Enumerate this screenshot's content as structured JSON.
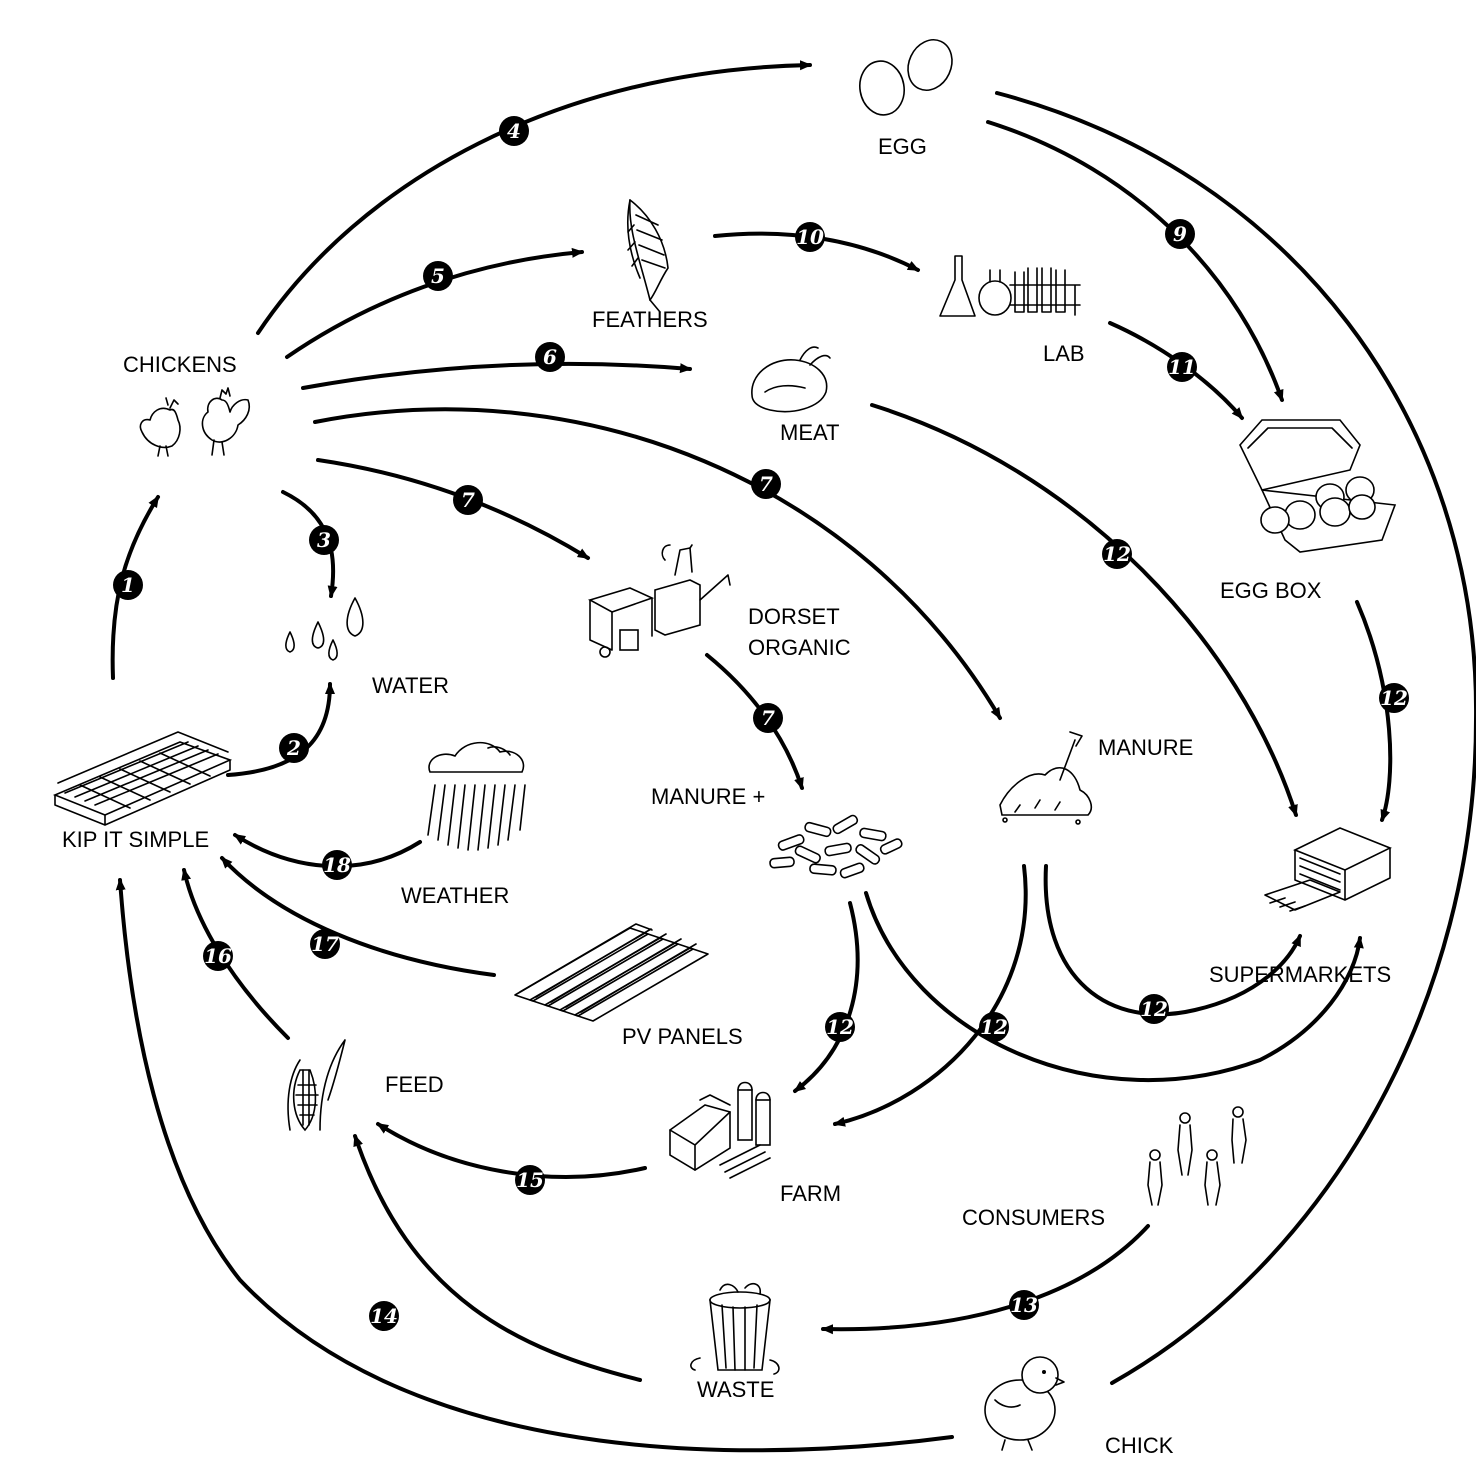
{
  "nodes": {
    "egg": "EGG",
    "feathers": "FEATHERS",
    "chickens": "CHICKENS",
    "lab": "LAB",
    "meat": "MEAT",
    "egg_box": "EGG BOX",
    "water": "WATER",
    "dorset_organic_line1": "DORSET",
    "dorset_organic_line2": "ORGANIC",
    "manure": "MANURE",
    "manure_plus": "MANURE +",
    "kip_it_simple": "KIP IT SIMPLE",
    "weather": "WEATHER",
    "supermarkets": "SUPERMARKETS",
    "pv_panels": "PV PANELS",
    "feed": "FEED",
    "farm": "FARM",
    "consumers": "CONSUMERS",
    "waste": "WASTE",
    "chick": "CHICK"
  },
  "steps": [
    {
      "id": "step-1",
      "label": "1"
    },
    {
      "id": "step-2",
      "label": "2"
    },
    {
      "id": "step-3",
      "label": "3"
    },
    {
      "id": "step-4",
      "label": "4"
    },
    {
      "id": "step-5",
      "label": "5"
    },
    {
      "id": "step-6",
      "label": "6"
    },
    {
      "id": "step-7a",
      "label": "7"
    },
    {
      "id": "step-7b",
      "label": "7"
    },
    {
      "id": "step-7c",
      "label": "7"
    },
    {
      "id": "step-9",
      "label": "9"
    },
    {
      "id": "step-10",
      "label": "10"
    },
    {
      "id": "step-11",
      "label": "11"
    },
    {
      "id": "step-12a",
      "label": "12"
    },
    {
      "id": "step-12b",
      "label": "12"
    },
    {
      "id": "step-12c",
      "label": "12"
    },
    {
      "id": "step-12d",
      "label": "12"
    },
    {
      "id": "step-12e",
      "label": "12"
    },
    {
      "id": "step-13",
      "label": "13"
    },
    {
      "id": "step-14",
      "label": "14"
    },
    {
      "id": "step-15",
      "label": "15"
    },
    {
      "id": "step-16",
      "label": "16"
    },
    {
      "id": "step-17",
      "label": "17"
    },
    {
      "id": "step-18",
      "label": "18"
    }
  ],
  "icons": [
    "egg-icon",
    "feather-icon",
    "chicken-icon",
    "rooster-icon",
    "lab-flask-icon",
    "meat-icon",
    "egg-box-icon",
    "water-drops-icon",
    "processing-plant-icon",
    "manure-pile-icon",
    "pellets-icon",
    "chicken-house-icon",
    "rain-cloud-icon",
    "supermarket-icon",
    "pv-panels-icon",
    "corn-feed-icon",
    "farm-icon",
    "consumers-icon",
    "waste-bin-icon",
    "chick-icon"
  ],
  "colors": {
    "line": "#000000",
    "background": "#ffffff",
    "badge_text": "#ffffff"
  }
}
